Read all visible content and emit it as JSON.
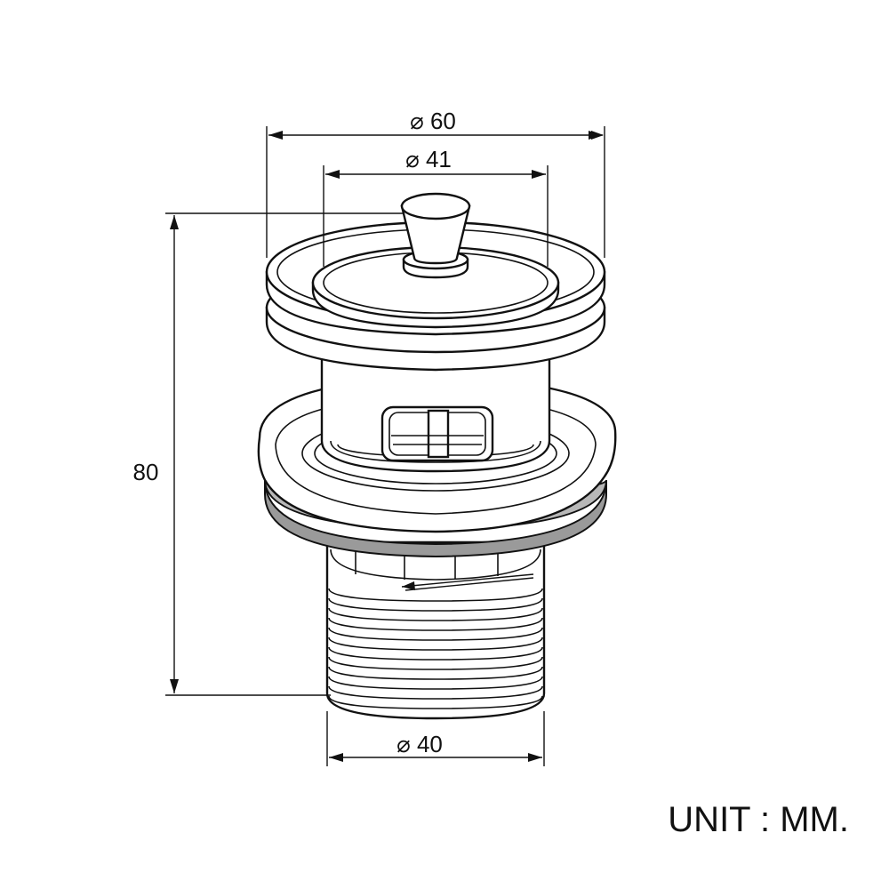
{
  "dimensions": {
    "outer_flange_diameter": "⌀ 60",
    "inner_cap_diameter": "⌀ 41",
    "thread_diameter": "⌀ 40",
    "overall_height": "80"
  },
  "unit_label": "UNIT : MM.",
  "colors": {
    "line": "#111111",
    "gasket": "#9a9a9a",
    "background": "#ffffff"
  }
}
